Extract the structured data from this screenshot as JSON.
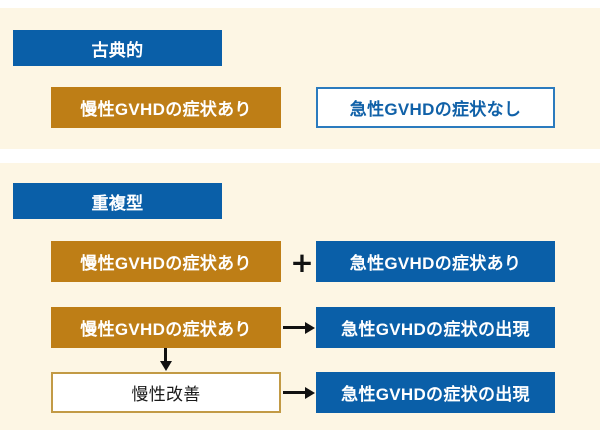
{
  "colors": {
    "page_background": "#ffffff",
    "panel_background": "#FDF6E4",
    "blue": "#0A5FA8",
    "blue_border": "#2B7BBE",
    "blue_text": "#1061A8",
    "orange": "#BE7E16",
    "gold_border": "#C29A45",
    "arrow": "#111111",
    "white": "#ffffff"
  },
  "diagram": {
    "type": "flowchart",
    "sections": [
      {
        "id": "classic",
        "header": "古典的",
        "rows": [
          {
            "left": "慢性GVHDの症状あり",
            "connector": "none",
            "right": "急性GVHDの症状なし"
          }
        ]
      },
      {
        "id": "overlap",
        "header": "重複型",
        "rows": [
          {
            "left": "慢性GVHDの症状あり",
            "connector": "plus",
            "right": "急性GVHDの症状あり"
          },
          {
            "left": "慢性GVHDの症状あり",
            "connector": "arrow-right",
            "right": "急性GVHDの症状の出現"
          },
          {
            "left": "慢性改善",
            "connector": "arrow-right",
            "right": "急性GVHDの症状の出現"
          }
        ],
        "vertical_connector": "arrow-down"
      }
    ]
  },
  "glyphs": {
    "plus": "+"
  }
}
